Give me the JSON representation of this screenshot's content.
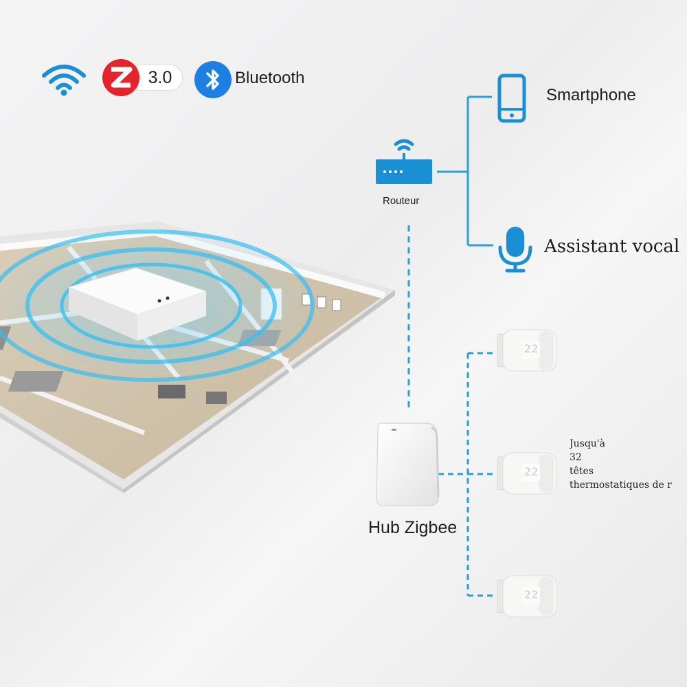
{
  "protocols": {
    "zigbee_version": "3.0",
    "bluetooth_label": "Bluetooth"
  },
  "nodes": {
    "router_label": "Routeur",
    "smartphone_label": "Smartphone",
    "voice_label": "Assistant vocal",
    "hub_label": "Hub Zigbee"
  },
  "thermostats": {
    "caption_lines": [
      "Jusqu'à",
      "32",
      "têtes",
      "thermostatiques de r"
    ],
    "display_value": "22",
    "count_shown": 3
  },
  "colors": {
    "accent_blue": "#1a8fd3",
    "line_blue": "#2a9fd8",
    "zigbee_red": "#e4232b",
    "bluetooth_blue": "#1d7fe3"
  }
}
